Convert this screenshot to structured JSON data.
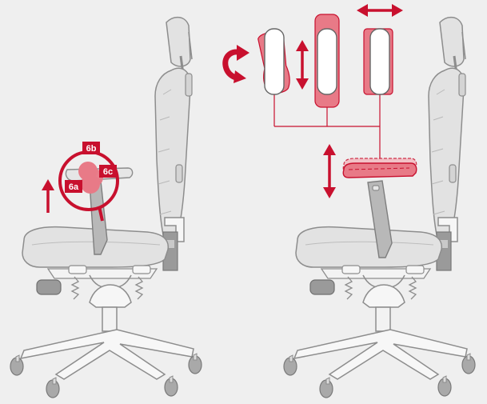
{
  "diagram": {
    "callouts": [
      {
        "id": "6a",
        "label": "6a"
      },
      {
        "id": "6b",
        "label": "6b"
      },
      {
        "id": "6c",
        "label": "6c"
      }
    ],
    "colors": {
      "background": "#efefef",
      "chair_fill": "#e2e2e2",
      "chair_fill_light": "#f6f6f6",
      "outline": "#8d8d8d",
      "accent": "#c8102e",
      "accent_soft": "#e87a87",
      "accent_pale": "#f3b9c0"
    },
    "icons": [
      "rotate-arrow-icon",
      "vertical-double-arrow-icon",
      "horizontal-double-arrow-icon",
      "up-arrow-icon"
    ]
  }
}
